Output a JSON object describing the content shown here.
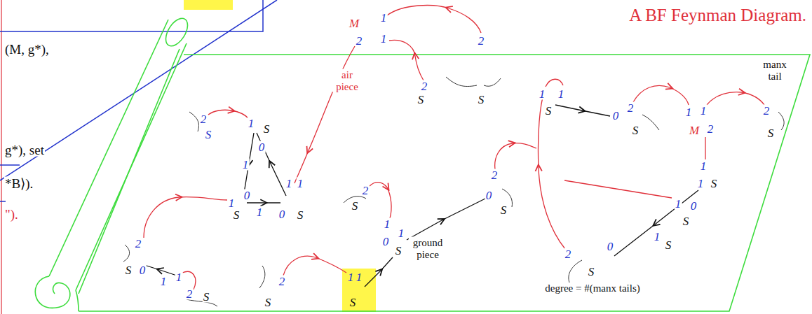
{
  "diagram": {
    "title": "A BF Feynman Diagram.",
    "labels": [
      "(M, g*),",
      "g*), set",
      "*B⟩).",
      "\").",
      "M",
      "1",
      "2",
      "1",
      "2",
      "2",
      "S",
      "S",
      "air piece",
      "manx tail",
      "2",
      "S",
      "1",
      "S",
      "1",
      "0",
      "1",
      "0",
      "S",
      "1",
      "0",
      "1",
      "1",
      "S",
      "2",
      "S",
      "0",
      "1",
      "1",
      "2",
      "S",
      "2",
      "S",
      "1",
      "0",
      "1",
      "S",
      "ground piece",
      "2",
      "S",
      "1",
      "1",
      "S",
      "2",
      "0",
      "S",
      "1",
      "S",
      "1",
      "0",
      "2",
      "S",
      "1",
      "1",
      "M",
      "2",
      "2",
      "S",
      "1",
      "1",
      "S",
      "1",
      "0",
      "S",
      "1",
      "S",
      "2",
      "0",
      "S",
      "degree = #(manx tails)"
    ]
  }
}
